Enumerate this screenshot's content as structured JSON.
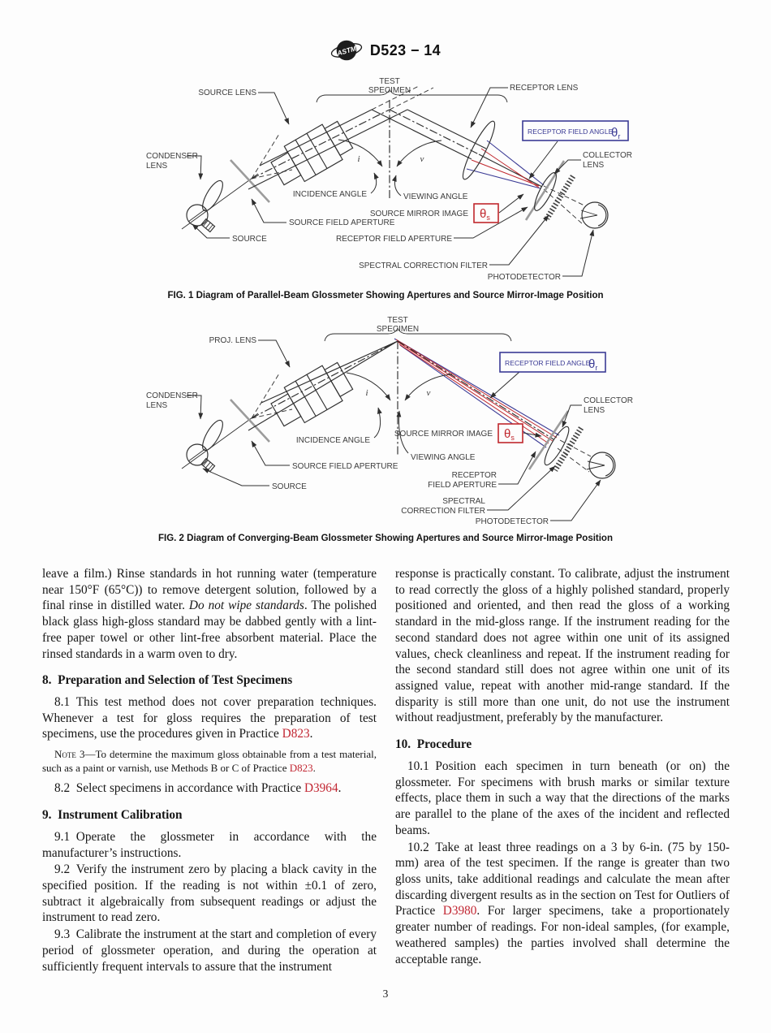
{
  "colors": {
    "link_red": "#c22733",
    "diagram_blue": "#3b3b95",
    "diagram_red": "#c0272d"
  },
  "header": {
    "logo": "ASTM",
    "doc_number": "D523 − 14"
  },
  "fig1": {
    "caption": "FIG. 1  Diagram of Parallel-Beam Glossmeter Showing Apertures and Source Mirror-Image Position",
    "labels": {
      "test_specimen_1": "TEST",
      "test_specimen_2": "SPECIMEN",
      "source_lens": "SOURCE LENS",
      "receptor_lens": "RECEPTOR LENS",
      "condenser_1": "CONDENSER",
      "condenser_2": "LENS",
      "incidence_angle": "INCIDENCE ANGLE",
      "viewing_angle": "VIEWING ANGLE",
      "source_mirror_image": "SOURCE MIRROR IMAGE",
      "source_field_aperture": "SOURCE FIELD APERTURE",
      "source": "SOURCE",
      "receptor_field_aperture": "RECEPTOR FIELD APERTURE",
      "spectral_correction_filter": "SPECTRAL CORRECTION FILTER",
      "photodetector": "PHOTODETECTOR",
      "receptor_field_angle": "RECEPTOR FIELD ANGLE",
      "collector_1": "COLLECTOR",
      "collector_2": "LENS",
      "theta": "θ",
      "theta_r_sub": "r",
      "theta_s_sub": "s",
      "angle_i": "i",
      "angle_v": "v"
    }
  },
  "fig2": {
    "caption": "FIG. 2  Diagram of Converging-Beam Glossmeter Showing Apertures and Source Mirror-Image Position",
    "labels": {
      "test_specimen_1": "TEST",
      "test_specimen_2": "SPECIMEN",
      "proj_lens": "PROJ. LENS",
      "condenser_1": "CONDENSER",
      "condenser_2": "LENS",
      "incidence_angle": "INCIDENCE ANGLE",
      "viewing_angle": "VIEWING ANGLE",
      "source_mirror_image": "SOURCE MIRROR IMAGE",
      "source_field_aperture": "SOURCE FIELD APERTURE",
      "source": "SOURCE",
      "receptor_fa_1": "RECEPTOR",
      "receptor_fa_2": "FIELD APERTURE",
      "spectral_1": "SPECTRAL",
      "spectral_2": "CORRECTION FILTER",
      "photodetector": "PHOTODETECTOR",
      "receptor_field_angle": "RECEPTOR FIELD ANGLE",
      "collector_1": "COLLECTOR",
      "collector_2": "LENS",
      "theta": "θ",
      "theta_r_sub": "r",
      "theta_s_sub": "s",
      "angle_i": "i",
      "angle_v": "v"
    }
  },
  "body": {
    "left": [
      {
        "type": "p",
        "noindent": true,
        "runs": [
          {
            "t": "leave a film.) Rinse standards in hot running water (temperature near 150°F (65°C)) to remove detergent solution, followed by a final rinse in distilled water. "
          },
          {
            "t": "Do not wipe standards",
            "style": "i"
          },
          {
            "t": ". The polished black glass high-gloss standard may be dabbed gently with a lint-free paper towel or other lint-free absorbent material. Place the rinsed standards in a warm oven to dry."
          }
        ]
      },
      {
        "type": "h",
        "runs": [
          {
            "t": "8. Preparation and Selection of Test Specimens"
          }
        ]
      },
      {
        "type": "p",
        "runs": [
          {
            "t": "8.1 This test method does not cover preparation techniques. Whenever a test for gloss requires the preparation of test specimens, use the procedures given in Practice "
          },
          {
            "t": "D823",
            "style": "link"
          },
          {
            "t": "."
          }
        ]
      },
      {
        "type": "note",
        "runs": [
          {
            "t": "Note 3",
            "style": "sc"
          },
          {
            "t": "—To determine the maximum gloss obtainable from a test material, such as a paint or varnish, use Methods B or C of Practice "
          },
          {
            "t": "D823",
            "style": "link"
          },
          {
            "t": "."
          }
        ]
      },
      {
        "type": "p",
        "runs": [
          {
            "t": "8.2 Select specimens in accordance with Practice "
          },
          {
            "t": "D3964",
            "style": "link"
          },
          {
            "t": "."
          }
        ]
      },
      {
        "type": "h",
        "runs": [
          {
            "t": "9. Instrument Calibration"
          }
        ]
      },
      {
        "type": "p",
        "runs": [
          {
            "t": "9.1 Operate the glossmeter in accordance with the manufacturer’s instructions."
          }
        ]
      },
      {
        "type": "p",
        "runs": [
          {
            "t": "9.2 Verify the instrument zero by placing a black cavity in the specified position. If the reading is not within ±0.1 of zero, subtract it algebraically from subsequent readings or adjust the instrument to read zero."
          }
        ]
      },
      {
        "type": "p",
        "runs": [
          {
            "t": "9.3 Calibrate the instrument at the start and completion of every period of glossmeter operation, and during the operation at sufficiently frequent intervals to assure that the instrument"
          }
        ]
      }
    ],
    "right": [
      {
        "type": "p",
        "noindent": true,
        "runs": [
          {
            "t": "response is practically constant. To calibrate, adjust the instrument to read correctly the gloss of a highly polished standard, properly positioned and oriented, and then read the gloss of a working standard in the mid-gloss range. If the instrument reading for the second standard does not agree within one unit of its assigned values, check cleanliness and repeat. If the instrument reading for the second standard still does not agree within one unit of its assigned value, repeat with another mid-range standard. If the disparity is still more than one unit, do not use the instrument without readjustment, preferably by the manufacturer."
          }
        ]
      },
      {
        "type": "h",
        "runs": [
          {
            "t": "10. Procedure"
          }
        ]
      },
      {
        "type": "p",
        "runs": [
          {
            "t": "10.1 Position each specimen in turn beneath (or on) the glossmeter. For specimens with brush marks or similar texture effects, place them in such a way that the directions of the marks are parallel to the plane of the axes of the incident and reflected beams."
          }
        ]
      },
      {
        "type": "p",
        "runs": [
          {
            "t": "10.2 Take at least three readings on a 3 by 6-in. (75 by 150-mm) area of the test specimen. If the range is greater than two gloss units, take additional readings and calculate the mean after discarding divergent results as in the section on Test for Outliers of Practice "
          },
          {
            "t": "D3980",
            "style": "link"
          },
          {
            "t": ". For larger specimens, take a proportionately greater number of readings. For non-ideal samples, (for example, weathered samples) the parties involved shall determine the acceptable range."
          }
        ]
      }
    ]
  },
  "footer": {
    "page_number": "3"
  }
}
